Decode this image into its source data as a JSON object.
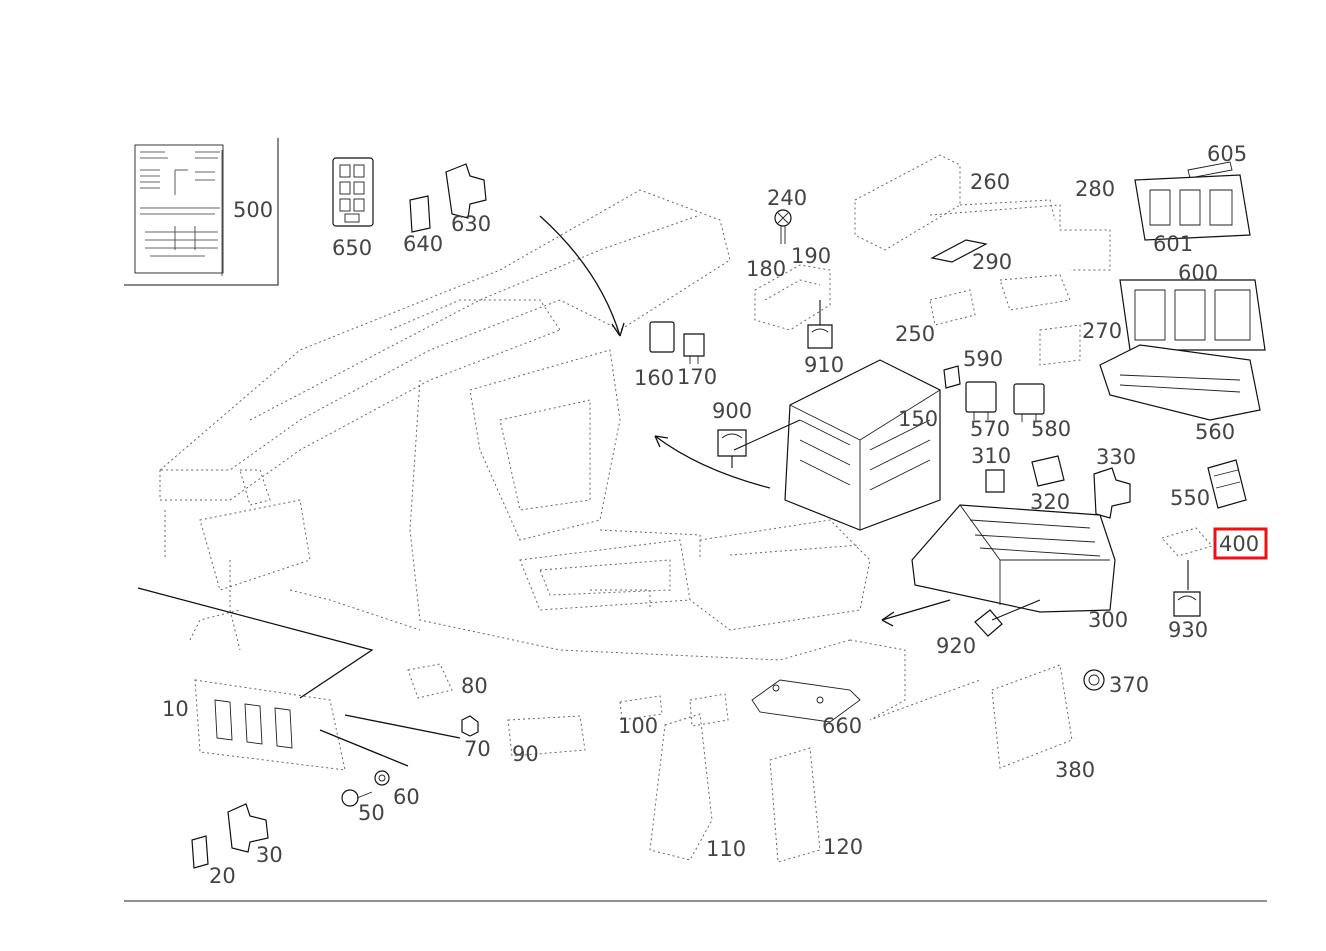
{
  "diagram": {
    "highlighted_part": "400",
    "highlight_color": "#ee1111",
    "labels": {
      "p10": "10",
      "p20": "20",
      "p30": "30",
      "p50": "50",
      "p60": "60",
      "p70": "70",
      "p80": "80",
      "p90": "90",
      "p100": "100",
      "p110": "110",
      "p120": "120",
      "p150": "150",
      "p160": "160",
      "p170": "170",
      "p180": "180",
      "p190": "190",
      "p240": "240",
      "p250": "250",
      "p260": "260",
      "p270": "270",
      "p280": "280",
      "p290": "290",
      "p300": "300",
      "p310": "310",
      "p320": "320",
      "p330": "330",
      "p370": "370",
      "p380": "380",
      "p400": "400",
      "p500": "500",
      "p550": "550",
      "p560": "560",
      "p570": "570",
      "p580": "580",
      "p590": "590",
      "p600": "600",
      "p601": "601",
      "p605": "605",
      "p630": "630",
      "p640": "640",
      "p650": "650",
      "p660": "660",
      "p900": "900",
      "p910": "910",
      "p920": "920",
      "p930": "930"
    }
  }
}
